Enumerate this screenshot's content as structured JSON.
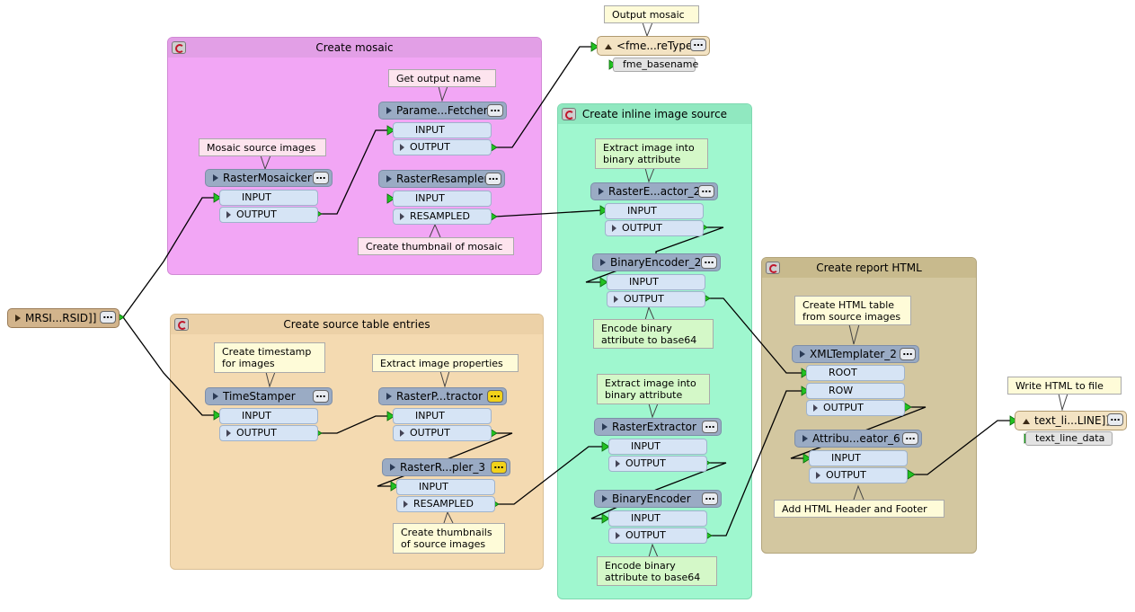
{
  "bookmarks": {
    "mosaic": {
      "title": "Create mosaic",
      "color": "#f2a6f5",
      "header": "#e29fe6"
    },
    "source_table": {
      "title": "Create source table entries",
      "color": "#f4dab1",
      "header": "#ecd1a7"
    },
    "inline_image": {
      "title": "Create inline image source",
      "color": "#9ff7cf",
      "header": "#90e8c0"
    },
    "report_html": {
      "title": "Create report HTML",
      "color": "#d3c7a0",
      "header": "#c8ba8d"
    }
  },
  "reader": {
    "label": "MRSI...RSID]]"
  },
  "writer_output": {
    "label": "<fme...reType",
    "attr": "fme_basename"
  },
  "writer_html": {
    "label": "text_li...LINE]]",
    "attr": "text_line_data"
  },
  "transformers": {
    "raster_mosaicker": {
      "label": "RasterMosaicker",
      "ports": [
        "INPUT",
        "OUTPUT"
      ]
    },
    "param_fetcher": {
      "label": "Parame...Fetcher",
      "ports": [
        "INPUT",
        "OUTPUT"
      ]
    },
    "raster_resampler": {
      "label": "RasterResampler",
      "ports": [
        "INPUT",
        "RESAMPLED"
      ]
    },
    "timestamper": {
      "label": "TimeStamper",
      "ports": [
        "INPUT",
        "OUTPUT"
      ]
    },
    "raster_prop_extractor": {
      "label": "RasterP...tractor",
      "ports": [
        "INPUT",
        "OUTPUT"
      ]
    },
    "raster_resampler_3": {
      "label": "RasterR...pler_3",
      "ports": [
        "INPUT",
        "RESAMPLED"
      ]
    },
    "raster_extractor_2": {
      "label": "RasterE...actor_2",
      "ports": [
        "INPUT",
        "OUTPUT"
      ]
    },
    "binary_encoder_2": {
      "label": "BinaryEncoder_2",
      "ports": [
        "INPUT",
        "OUTPUT"
      ]
    },
    "raster_extractor": {
      "label": "RasterExtractor",
      "ports": [
        "INPUT",
        "OUTPUT"
      ]
    },
    "binary_encoder": {
      "label": "BinaryEncoder",
      "ports": [
        "INPUT",
        "OUTPUT"
      ]
    },
    "xml_templater_2": {
      "label": "XMLTemplater_2",
      "ports": [
        "ROOT",
        "ROW",
        "OUTPUT"
      ]
    },
    "attribute_creator_6": {
      "label": "Attribu...eator_6",
      "ports": [
        "INPUT",
        "OUTPUT"
      ]
    }
  },
  "notes": {
    "output_mosaic": "Output mosaic",
    "get_output_name": "Get output name",
    "mosaic_source_images": "Mosaic source images",
    "create_thumbnail_mosaic": "Create thumbnail of mosaic",
    "create_timestamp": "Create timestamp for images",
    "extract_image_properties": "Extract image properties",
    "create_thumbnails_source": "Create thumbnails of source images",
    "extract_binary_1": "Extract image into binary attribute",
    "encode_base64_1": "Encode binary attribute to base64",
    "extract_binary_2": "Extract image into binary attribute",
    "encode_base64_2": "Encode binary attribute to base64",
    "create_html_table": "Create HTML table from source images",
    "add_header_footer": "Add HTML Header and Footer",
    "write_html": "Write HTML to file"
  }
}
